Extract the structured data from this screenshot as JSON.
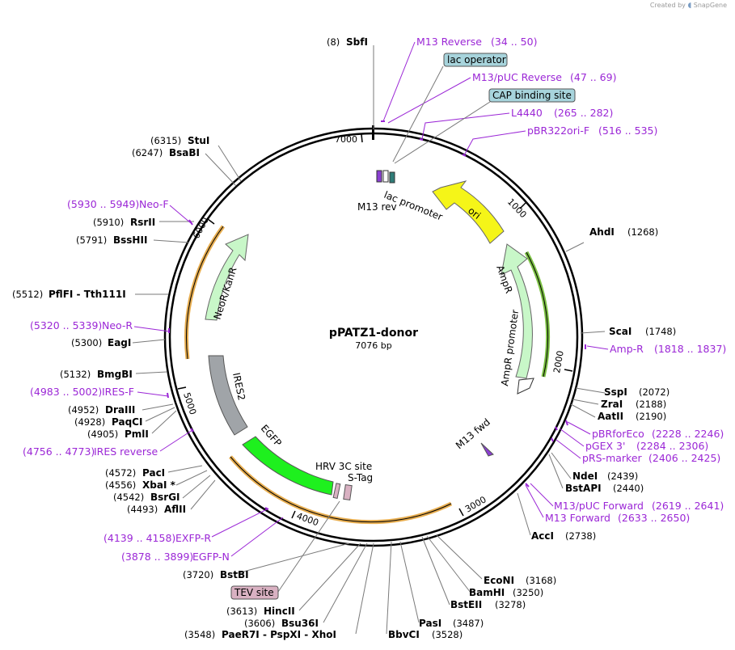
{
  "credit": {
    "prefix": "Created by",
    "brand": "SnapGene"
  },
  "plasmid": {
    "name": "pPATZ1-donor",
    "length_label": "7076 bp"
  },
  "ticks": [
    "7000",
    "1000",
    "2000",
    "3000",
    "4000",
    "5000",
    "6000"
  ],
  "sites_right": [
    {
      "name": "AhdI",
      "pos": "(1268)"
    },
    {
      "name": "ScaI",
      "pos": "(1748)"
    },
    {
      "name": "SspI",
      "pos": "(2072)"
    },
    {
      "name": "ZraI",
      "pos": "(2188)"
    },
    {
      "name": "AatII",
      "pos": "(2190)"
    },
    {
      "name": "NdeI",
      "pos": "(2439)"
    },
    {
      "name": "BstAPI",
      "pos": "(2440)"
    },
    {
      "name": "AccI",
      "pos": "(2738)"
    },
    {
      "name": "EcoNI",
      "pos": "(3168)"
    },
    {
      "name": "BamHI",
      "pos": "(3250)"
    },
    {
      "name": "BstEII",
      "pos": "(3278)"
    },
    {
      "name": "PasI",
      "pos": "(3487)"
    },
    {
      "name": "BbvCI",
      "pos": "(3528)"
    }
  ],
  "sites_left": [
    {
      "name": "SbfI",
      "pos": "(8)"
    },
    {
      "name": "StuI",
      "pos": "(6315)"
    },
    {
      "name": "BsaBI",
      "pos": "(6247)"
    },
    {
      "name": "RsrII",
      "pos": "(5910)"
    },
    {
      "name": "BssHII",
      "pos": "(5791)"
    },
    {
      "name": "PflFI - Tth111I",
      "pos": "(5512)"
    },
    {
      "name": "EagI",
      "pos": "(5300)"
    },
    {
      "name": "BmgBI",
      "pos": "(5132)"
    },
    {
      "name": "DraIII",
      "pos": "(4952)"
    },
    {
      "name": "PaqCI",
      "pos": "(4928)"
    },
    {
      "name": "PmlI",
      "pos": "(4905)"
    },
    {
      "name": "PacI",
      "pos": "(4572)"
    },
    {
      "name": "XbaI *",
      "pos": "(4556)"
    },
    {
      "name": "BsrGI",
      "pos": "(4542)"
    },
    {
      "name": "AflII",
      "pos": "(4493)"
    },
    {
      "name": "BstBI",
      "pos": "(3720)"
    },
    {
      "name": "HincII",
      "pos": "(3613)"
    },
    {
      "name": "Bsu36I",
      "pos": "(3606)"
    },
    {
      "name": "PaeR7I - PspXI - XhoI",
      "pos": "(3548)"
    }
  ],
  "primers": [
    {
      "name": "M13 Reverse",
      "range": "(34 .. 50)"
    },
    {
      "name": "M13/pUC Reverse",
      "range": "(47 .. 69)"
    },
    {
      "name": "L4440",
      "range": "(265 .. 282)"
    },
    {
      "name": "pBR322ori-F",
      "range": "(516 .. 535)"
    },
    {
      "name": "Amp-R",
      "range": "(1818 .. 1837)"
    },
    {
      "name": "pBRforEco",
      "range": "(2228 .. 2246)"
    },
    {
      "name": "pGEX 3'",
      "range": "(2284 .. 2306)"
    },
    {
      "name": "pRS-marker",
      "range": "(2406 .. 2425)"
    },
    {
      "name": "M13/pUC Forward",
      "range": "(2619 .. 2641)"
    },
    {
      "name": "M13 Forward",
      "range": "(2633 .. 2650)"
    },
    {
      "name": "Neo-F",
      "range": "(5930 .. 5949)"
    },
    {
      "name": "Neo-R",
      "range": "(5320 .. 5339)"
    },
    {
      "name": "IRES-F",
      "range": "(4983 .. 5002)"
    },
    {
      "name": "IRES reverse",
      "range": "(4756 .. 4773)"
    },
    {
      "name": "EXFP-R",
      "range": "(4139 .. 4158)"
    },
    {
      "name": "EGFP-N",
      "range": "(3878 .. 3899)"
    }
  ],
  "boxed_features": {
    "lac_operator": "lac operator",
    "cap_binding": "CAP binding site",
    "tev_site": "TEV site"
  },
  "features": {
    "ori": "ori",
    "ampr": "AmpR",
    "ampr_promoter": "AmpR promoter",
    "lac_promoter": "lac promoter",
    "m13_rev": "M13 rev",
    "m13_fwd": "M13 fwd",
    "neor": "NeoR/KanR",
    "ires2": "IRES2",
    "egfp": "EGFP",
    "hrv": "HRV 3C site",
    "stag": "S-Tag"
  },
  "colors": {
    "ori": "#f5f518",
    "ampr": "#c8f7c8",
    "neor": "#c8f7c8",
    "egfp": "#1ef01e",
    "ires2": "#a0a4a8",
    "primer": "#9b27d6",
    "orange_arc": "#e7ad4f",
    "green_arc": "#7bc043",
    "box_blue": "#a7d4dc",
    "box_pink": "#d9b1c2"
  }
}
